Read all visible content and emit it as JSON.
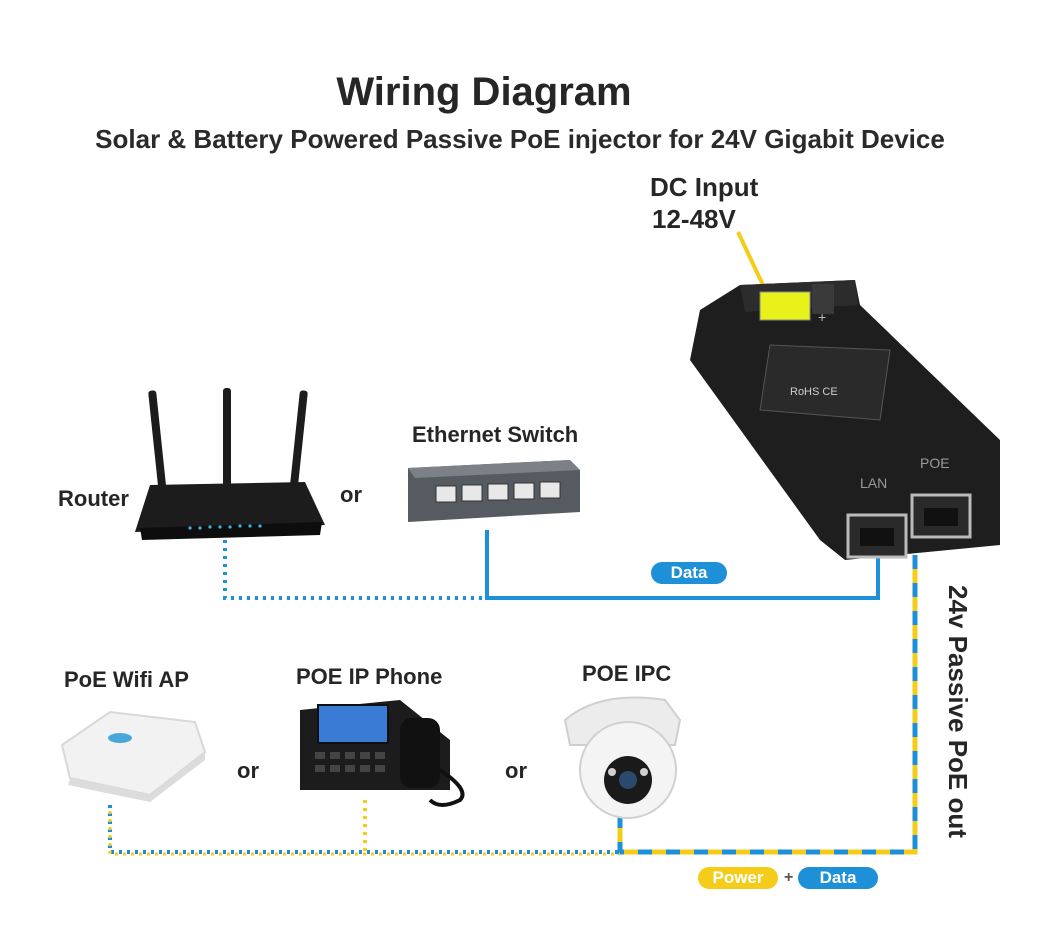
{
  "title": "Wiring Diagram",
  "subtitle": "Solar & Battery Powered Passive PoE injector for 24V Gigabit Device",
  "dc_input": {
    "line1": "DC Input",
    "line2": "12-48V"
  },
  "devices": {
    "router": "Router",
    "switch": "Ethernet Switch",
    "wifi_ap": "PoE Wifi AP",
    "ip_phone": "POE IP Phone",
    "ipc": "POE IPC"
  },
  "connectors": {
    "or1": "or",
    "or2": "or",
    "or3": "or"
  },
  "output_label": "24v Passive PoE out",
  "pills": {
    "data_top": "Data",
    "power": "Power",
    "plus": "+",
    "data_bottom": "Data"
  },
  "injector": {
    "port_lan": "LAN",
    "port_poe": "POE",
    "terminal_plus": "+",
    "label_text": "RoHS CE"
  },
  "colors": {
    "data_blue": "#1e90d8",
    "power_yellow": "#f5cc19",
    "device_black": "#1c1c1c"
  }
}
